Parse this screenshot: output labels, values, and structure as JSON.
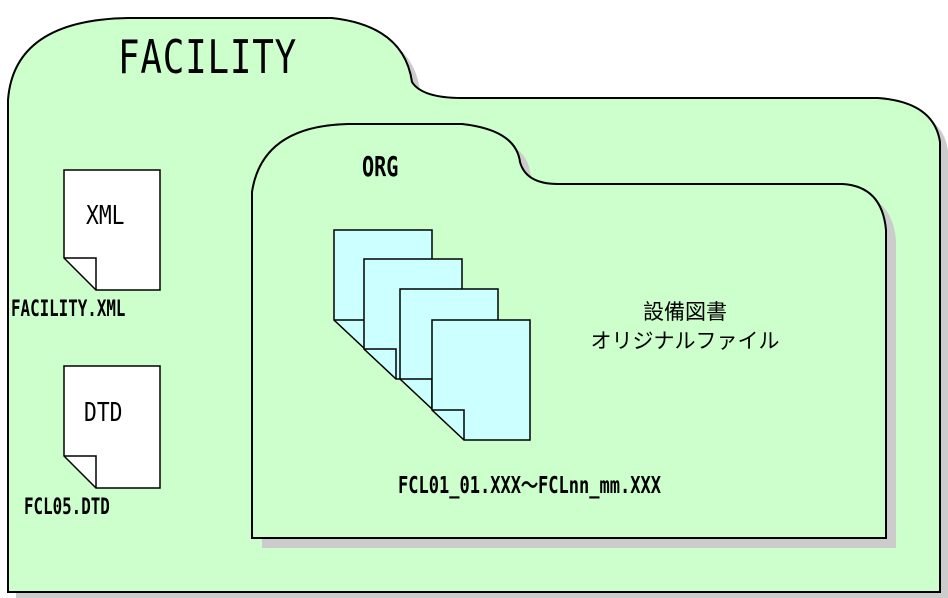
{
  "facility_folder": {
    "label": "FACILITY",
    "color": "#ccffcc",
    "files": [
      {
        "type_label": "XML",
        "name": "FACILITY.XML",
        "icon": "document-icon"
      },
      {
        "type_label": "DTD",
        "name": "FCL05.DTD",
        "icon": "document-icon"
      }
    ]
  },
  "org_folder": {
    "label": "ORG",
    "color": "#ccffcc",
    "description_line1": "設備図書",
    "description_line2": "オリジナルファイル",
    "file_range": "FCL01_01.XXX～FCLnn_mm.XXX",
    "file_stack_color": "#ccffff",
    "file_stack_count": 4
  },
  "colors": {
    "outline": "#000000",
    "shadow": "#cccccc",
    "document_fill": "#ffffff"
  }
}
